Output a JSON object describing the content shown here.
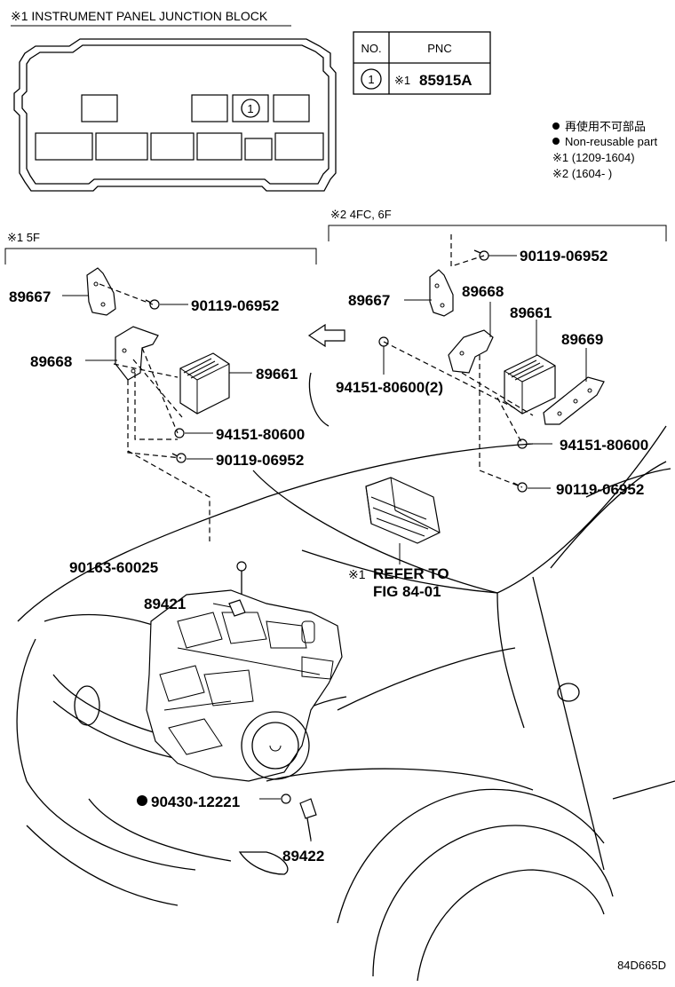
{
  "header": {
    "junction_block_title": "※1  INSTRUMENT PANEL JUNCTION BLOCK",
    "footer_code": "84D665D"
  },
  "pnc_table": {
    "col_no": "NO.",
    "col_pnc": "PNC",
    "row_no": "1",
    "row_prefix": "※1",
    "row_pnc": "85915A"
  },
  "legend": {
    "reuse_jp": "再使用不可部品",
    "reuse_en": "Non-reusable part",
    "note1": "※1 (1209-1604)",
    "note2": "※2 (1604-        )"
  },
  "sections": {
    "left": "※1 5F",
    "right": "※2 4FC, 6F"
  },
  "parts": {
    "l_89667": "89667",
    "l_90119_top": "90119-06952",
    "l_89668": "89668",
    "l_89661": "89661",
    "l_94151": "94151-80600",
    "l_90119_bot": "90119-06952",
    "r_90119_top": "90119-06952",
    "r_89667": "89667",
    "r_89668": "89668",
    "r_89661": "89661",
    "r_89669": "89669",
    "r_94151_2": "94151-80600(2)",
    "r_94151": "94151-80600",
    "r_90119_bot": "90119-06952",
    "refer_prefix": "※1",
    "refer_line1": "REFER TO",
    "refer_line2": "FIG 84-01",
    "e_90163": "90163-60025",
    "e_89421": "89421",
    "e_90430": "90430-12221",
    "e_89422": "89422"
  }
}
